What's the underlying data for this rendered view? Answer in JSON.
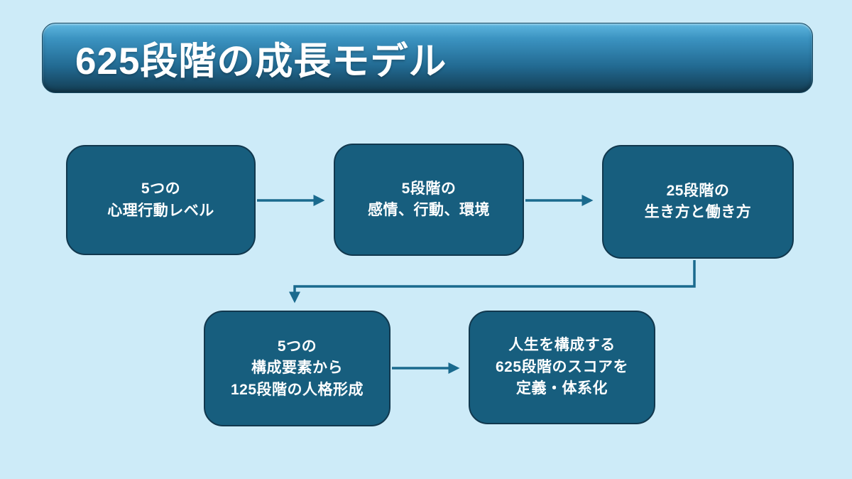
{
  "title": "625段階の成長モデル",
  "nodes": [
    {
      "id": 1,
      "label": "5つの\n心理行動レベル"
    },
    {
      "id": 2,
      "label": "5段階の\n感情、行動、環境"
    },
    {
      "id": 3,
      "label": "25段階の\n生き方と働き方"
    },
    {
      "id": 4,
      "label": "5つの\n構成要素から\n125段階の人格形成"
    },
    {
      "id": 5,
      "label": "人生を構成する\n625段階のスコアを\n定義・体系化"
    }
  ],
  "edges": [
    {
      "from": 1,
      "to": 2,
      "style": "straight-arrow"
    },
    {
      "from": 2,
      "to": 3,
      "style": "straight-arrow"
    },
    {
      "from": 3,
      "to": 4,
      "style": "elbow-arrow"
    },
    {
      "from": 4,
      "to": 5,
      "style": "straight-arrow"
    }
  ],
  "colors": {
    "page_background": "#cdebf8",
    "node_fill": "#175e7e",
    "node_border": "#11384e",
    "node_text": "#ffffff",
    "arrow": "#1a6a8e",
    "banner_gradient_top": "#5fb7e0",
    "banner_gradient_bottom": "#133c52",
    "title_text": "#ffffff"
  }
}
